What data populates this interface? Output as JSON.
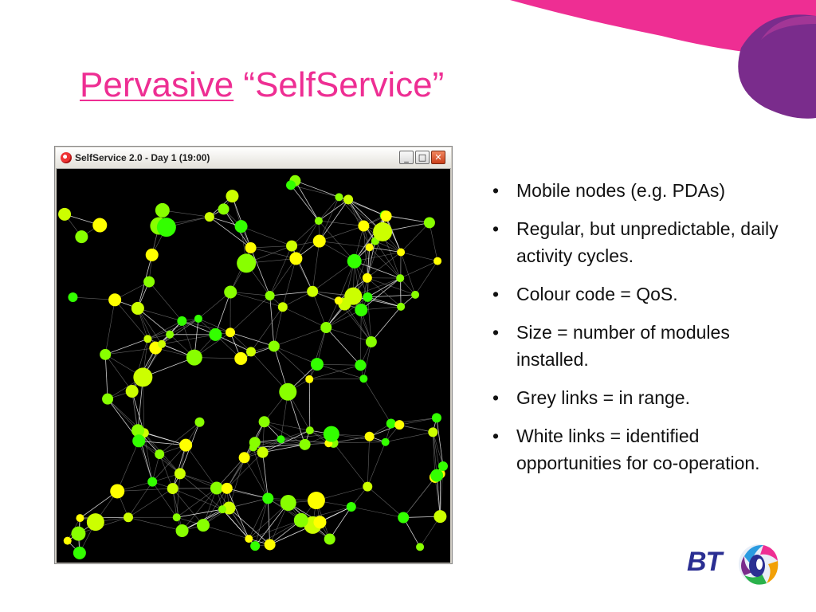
{
  "slide": {
    "title_link": "Pervasive",
    "title_rest": "“SelfService”",
    "colors": {
      "title": "#ee2e93",
      "swoosh": "#ee2e93",
      "bt_blue": "#2a2e92"
    }
  },
  "window": {
    "title": "SelfService 2.0 - Day 1 (19:00)",
    "minimize_label": "_",
    "maximize_label": "□",
    "close_label": "✕",
    "icon": "app-icon"
  },
  "bullets": [
    "Mobile nodes (e.g. PDAs)",
    "Regular, but unpredictable, daily activity cycles.",
    "Colour code = QoS.",
    "Size = number of modules installed.",
    "Grey links = in range.",
    "White links = identified opportunities for co-operation."
  ],
  "logo": {
    "text": "BT",
    "icon": "bt-globe-icon"
  },
  "network": {
    "node_colors": [
      "#33ff00",
      "#88ff00",
      "#ccff00",
      "#ffff00"
    ],
    "link_colors": {
      "grey": "#8a8a8a",
      "white": "#ffffff"
    }
  }
}
